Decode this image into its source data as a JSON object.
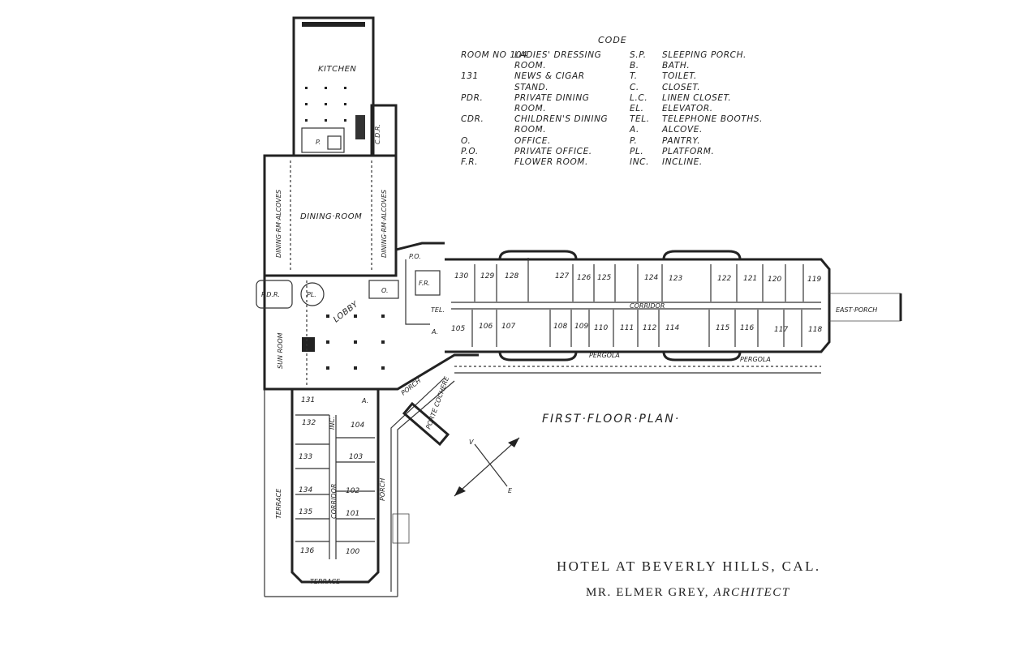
{
  "code": {
    "title": "CODE",
    "left": [
      {
        "abbr": "ROOM NO 104",
        "text": "LADIES' DRESSING"
      },
      {
        "abbr": "",
        "text": "ROOM."
      },
      {
        "abbr": "131",
        "text": "NEWS & CIGAR"
      },
      {
        "abbr": "",
        "text": "STAND."
      },
      {
        "abbr": "PDR.",
        "text": "PRIVATE DINING"
      },
      {
        "abbr": "",
        "text": "ROOM."
      },
      {
        "abbr": "CDR.",
        "text": "CHILDREN'S DINING"
      },
      {
        "abbr": "",
        "text": "ROOM."
      },
      {
        "abbr": "O.",
        "text": "OFFICE."
      },
      {
        "abbr": "P.O.",
        "text": "PRIVATE OFFICE."
      },
      {
        "abbr": "F.R.",
        "text": "FLOWER ROOM."
      }
    ],
    "right": [
      {
        "abbr": "S.P.",
        "text": "SLEEPING PORCH."
      },
      {
        "abbr": "B.",
        "text": "BATH."
      },
      {
        "abbr": "T.",
        "text": "TOILET."
      },
      {
        "abbr": "C.",
        "text": "CLOSET."
      },
      {
        "abbr": "L.C.",
        "text": "LINEN CLOSET."
      },
      {
        "abbr": "EL.",
        "text": "ELEVATOR."
      },
      {
        "abbr": "TEL.",
        "text": "TELEPHONE BOOTHS."
      },
      {
        "abbr": "A.",
        "text": "ALCOVE."
      },
      {
        "abbr": "P.",
        "text": "PANTRY."
      },
      {
        "abbr": "PL.",
        "text": "PLATFORM."
      },
      {
        "abbr": "INC.",
        "text": "INCLINE."
      }
    ]
  },
  "plan_title": "FIRST·FLOOR·PLAN·",
  "hotel_title": "HOTEL AT BEVERLY HILLS, CAL.",
  "architect": {
    "name": "MR. ELMER GREY,",
    "role": "ARCHITECT"
  },
  "labels": {
    "kitchen": "KITCHEN",
    "dining_room": "DINING·ROOM",
    "dining_alcoves_left": "DINING·RM·ALCOVES",
    "dining_alcoves_right": "DINING·RM·ALCOVES",
    "cdr": "C.D.R.",
    "pantry": "P.",
    "pdr": "P.D.R.",
    "pl": "PL.",
    "lobby": "LOBBY",
    "sun_room": "SUN ROOM",
    "office": "O.",
    "private_office": "P.O.",
    "flower_room": "F.R.",
    "tel": "TEL.",
    "alcove_a": "A.",
    "alcove_a2": "A.",
    "porch": "PORCH",
    "porte_cochere": "PORTE COCHERE",
    "pergola_1": "PERGOLA",
    "pergola_2": "PERGOLA",
    "corridor_east": "CORRIDOR",
    "corridor_south": "CORRIDOR",
    "east_porch": "EAST·PORCH",
    "terrace_west": "TERRACE",
    "terrace_south": "TERRACE",
    "porch_south": "PORCH",
    "incline": "INC."
  },
  "rooms_north": [
    "130",
    "129",
    "128",
    "127",
    "126",
    "125",
    "124",
    "123",
    "122",
    "121",
    "120",
    "119"
  ],
  "rooms_south": [
    "105",
    "106",
    "107",
    "108",
    "109",
    "110",
    "111",
    "112",
    "114",
    "115",
    "116",
    "117",
    "118"
  ],
  "rooms_wing_west": [
    "131",
    "132",
    "133",
    "134",
    "135",
    "136"
  ],
  "rooms_wing_east": [
    "104",
    "103",
    "102",
    "101",
    "100"
  ],
  "compass": {
    "v": "V",
    "e": "E"
  }
}
